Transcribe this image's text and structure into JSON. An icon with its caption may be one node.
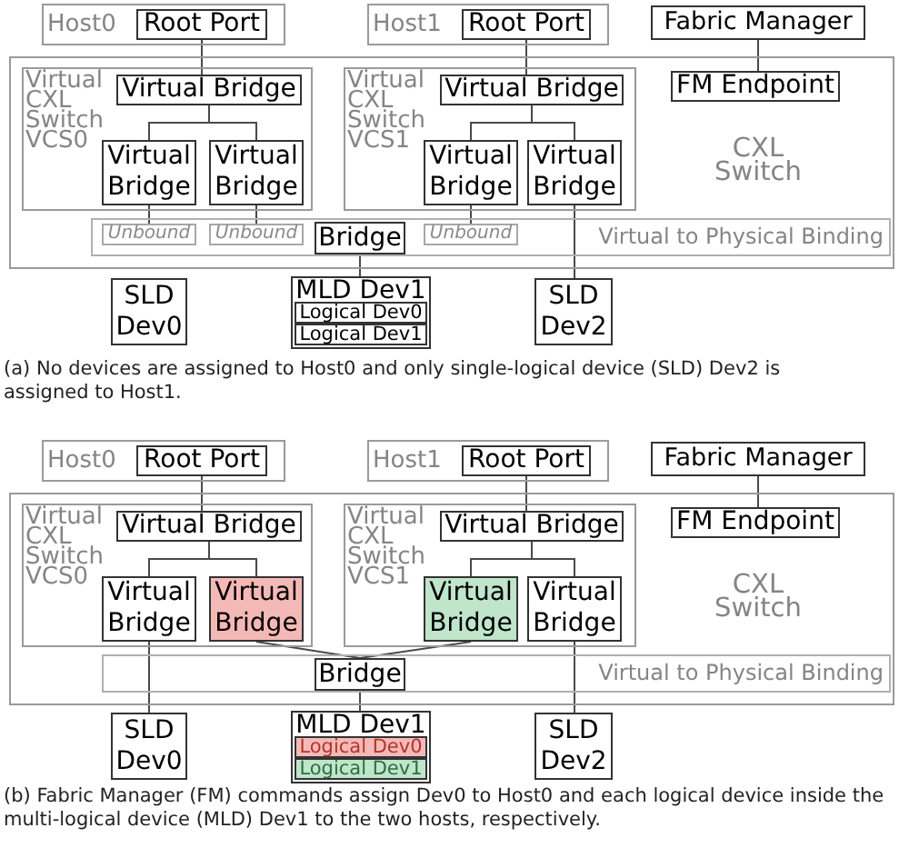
{
  "diagram": {
    "nodes": [
      {
        "text": [
          "Host0"
        ]
      },
      {
        "text": [
          "Root Port"
        ],
        "in": 0
      },
      {
        "text": [
          "Host1"
        ]
      },
      {
        "text": [
          "Root Port"
        ],
        "in": 2
      },
      {
        "text": [
          "Fabric Manager"
        ]
      },
      {
        "text": [
          "CXL Switch"
        ]
      },
      {
        "text": [
          "Virtual CXL Switch VCS0"
        ],
        "in": 5
      },
      {
        "text": [
          "Virtual Bridge"
        ],
        "in": 6
      },
      {
        "text": [
          "Virtual Bridge"
        ],
        "in": 6
      },
      {
        "text": [
          "Virtual Bridge"
        ],
        "in": 6
      },
      {
        "text": [
          "Virtual CXL Switch VCS1"
        ],
        "in": 5
      },
      {
        "text": [
          "Virtual Bridge"
        ],
        "in": 10
      },
      {
        "text": [
          "Virtual Bridge"
        ],
        "in": 10
      },
      {
        "text": [
          "Virtual Bridge"
        ],
        "in": 10
      },
      {
        "text": [
          "FM Endpoint"
        ],
        "in": 5
      },
      {
        "text": [
          "Virtual to Physical Binding"
        ],
        "in": 5
      },
      {
        "text": [
          "Unbound"
        ],
        "in": 15
      },
      {
        "text": [
          "Unbound"
        ],
        "in": 15
      },
      {
        "text": [
          "Bridge"
        ],
        "in": 15
      },
      {
        "text": [
          "Unbound"
        ],
        "in": 15
      },
      {
        "text": [
          "SLD Dev0"
        ]
      },
      {
        "text": [
          "MLD Dev1"
        ]
      },
      {
        "text": [
          "Logical Dev0"
        ],
        "in": 21
      },
      {
        "text": [
          "Logical Dev1"
        ],
        "in": 21
      },
      {
        "text": [
          "SLD Dev2"
        ]
      },
      {
        "text": [
          "Host0"
        ]
      },
      {
        "text": [
          "Root Port"
        ],
        "in": 25
      },
      {
        "text": [
          "Host1"
        ]
      },
      {
        "text": [
          "Root Port"
        ],
        "in": 27
      },
      {
        "text": [
          "Fabric Manager"
        ]
      },
      {
        "text": [
          "CXL Switch"
        ]
      },
      {
        "text": [
          "Virtual CXL Switch VCS0"
        ],
        "in": 30
      },
      {
        "text": [
          "Virtual Bridge"
        ],
        "in": 31
      },
      {
        "text": [
          "Virtual Bridge"
        ],
        "in": 31
      },
      {
        "text": [
          "Virtual Bridge"
        ],
        "in": 31
      },
      {
        "text": [
          "Virtual CXL Switch VCS1"
        ],
        "in": 30
      },
      {
        "text": [
          "Virtual Bridge"
        ],
        "in": 35
      },
      {
        "text": [
          "Virtual Bridge"
        ],
        "in": 35
      },
      {
        "text": [
          "Virtual Bridge"
        ],
        "in": 35
      },
      {
        "text": [
          "FM Endpoint"
        ],
        "in": 30
      },
      {
        "text": [
          "Virtual to Physical Binding"
        ],
        "in": 30
      },
      {
        "text": [
          "Bridge"
        ],
        "in": 40
      },
      {
        "text": [
          "SLD Dev0"
        ]
      },
      {
        "text": [
          "MLD Dev1"
        ]
      },
      {
        "text": [
          "Logical Dev0"
        ],
        "in": 43
      },
      {
        "text": [
          "Logical Dev1"
        ],
        "in": 43
      },
      {
        "text": [
          "SLD Dev2"
        ]
      }
    ],
    "edges": [
      {
        "from": 1,
        "to": 7,
        "arrow": "none"
      },
      {
        "from": 7,
        "to": 8,
        "arrow": "none"
      },
      {
        "from": 7,
        "to": 9,
        "arrow": "none"
      },
      {
        "from": 8,
        "to": 16,
        "arrow": "none"
      },
      {
        "from": 9,
        "to": 17,
        "arrow": "none"
      },
      {
        "from": 3,
        "to": 11,
        "arrow": "none"
      },
      {
        "from": 11,
        "to": 12,
        "arrow": "none"
      },
      {
        "from": 11,
        "to": 13,
        "arrow": "none"
      },
      {
        "from": 12,
        "to": 19,
        "arrow": "none"
      },
      {
        "from": 13,
        "to": 24,
        "arrow": "none"
      },
      {
        "from": 4,
        "to": 14,
        "arrow": "none"
      },
      {
        "from": 18,
        "to": 21,
        "arrow": "none"
      },
      {
        "from": 26,
        "to": 32,
        "arrow": "none"
      },
      {
        "from": 32,
        "to": 33,
        "arrow": "none"
      },
      {
        "from": 32,
        "to": 34,
        "arrow": "none"
      },
      {
        "from": 33,
        "to": 42,
        "arrow": "none"
      },
      {
        "from": 34,
        "to": 41,
        "arrow": "none"
      },
      {
        "from": 28,
        "to": 36,
        "arrow": "none"
      },
      {
        "from": 36,
        "to": 37,
        "arrow": "none"
      },
      {
        "from": 36,
        "to": 38,
        "arrow": "none"
      },
      {
        "from": 37,
        "to": 41,
        "arrow": "none"
      },
      {
        "from": 38,
        "to": 46,
        "arrow": "none"
      },
      {
        "from": 29,
        "to": 39,
        "arrow": "none"
      },
      {
        "from": 41,
        "to": 43,
        "arrow": "none"
      }
    ],
    "labels": [
      "(a) No devices are assigned to Host0 and only single-logical device (SLD) Dev2 is assigned to Host1.",
      "(b) Fabric Manager (FM) commands assign Dev0 to Host0 and each logical device inside the multi-logical device (MLD) Dev1 to the two hosts, respectively."
    ]
  }
}
